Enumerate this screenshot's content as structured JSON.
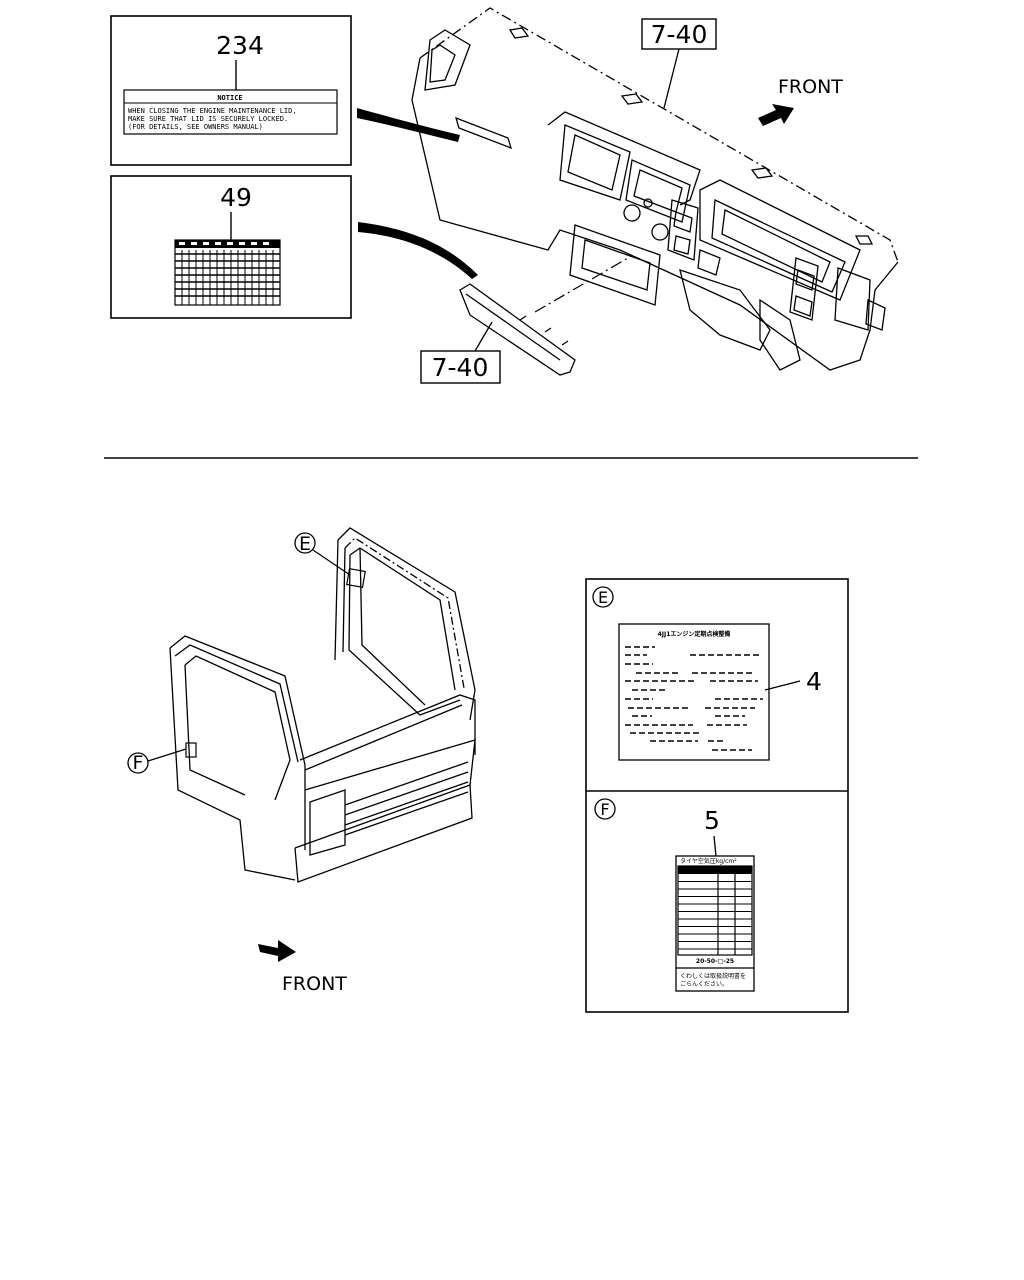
{
  "upper": {
    "callout_notice": {
      "part_number": "234",
      "title": "NOTICE",
      "lines": [
        "WHEN CLOSING THE ENGINE MAINTENANCE LID,",
        "MAKE SURE THAT LID IS SECURELY LOCKED.",
        "(FOR DETAILS, SEE OWNERS MANUAL)"
      ]
    },
    "callout_label": {
      "part_number": "49"
    },
    "ref_top": "7-40",
    "ref_bottom": "7-40",
    "front_label": "FRONT"
  },
  "lower": {
    "marker_e": "E",
    "marker_f": "F",
    "front_label": "FRONT",
    "panel_e": {
      "marker": "E",
      "part_number": "4",
      "title": "4JJ1エンジン定期点検整備"
    },
    "panel_f": {
      "marker": "F",
      "part_number": "5",
      "title": "タイヤ空気圧kg/cm²",
      "footer": "20-50-□-25",
      "note_lines": [
        "くわしくは取扱説明書を",
        "ごらんください。"
      ]
    }
  }
}
